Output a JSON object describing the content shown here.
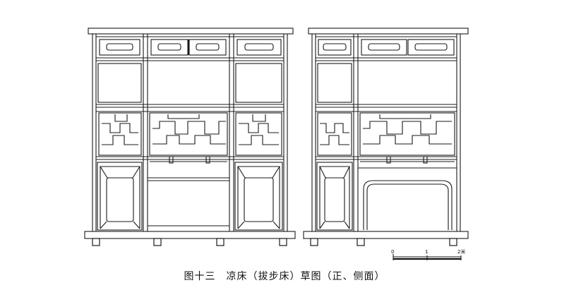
{
  "caption": "图十三　凉床（拔步床）草图（正、侧面）",
  "scale": {
    "labels": [
      "0",
      "1",
      "2米"
    ]
  },
  "views": [
    {
      "id": "front"
    },
    {
      "id": "side"
    }
  ],
  "colors": {
    "ink": "#1a1a1a",
    "paper": "#ffffff"
  }
}
